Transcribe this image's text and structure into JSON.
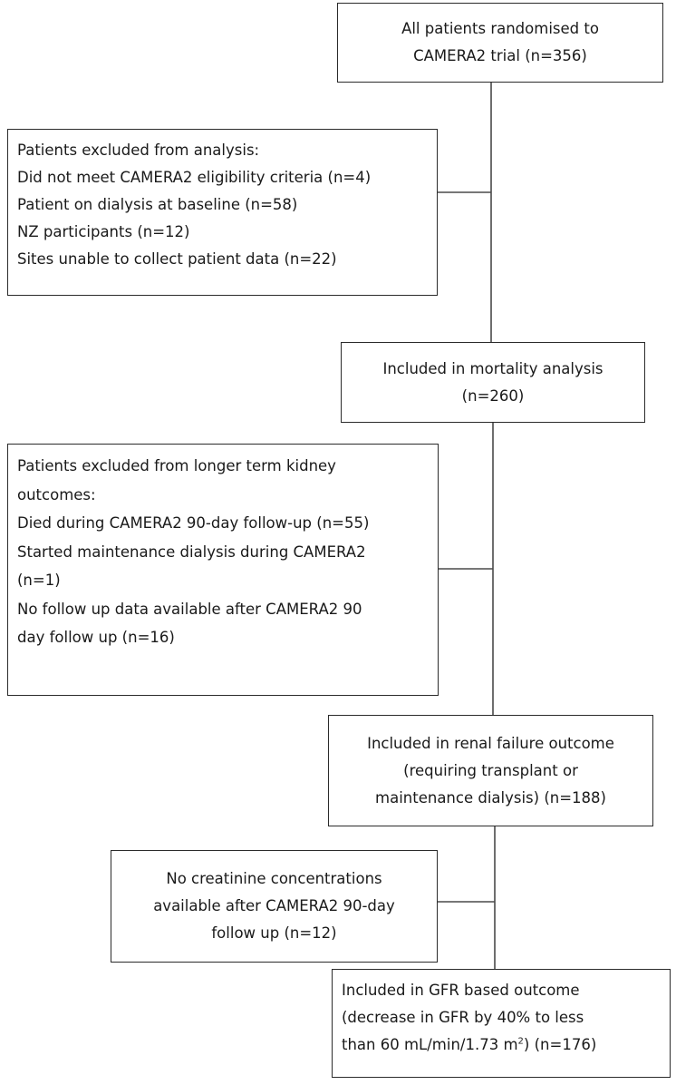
{
  "diagram": {
    "nodes": {
      "randomised": {
        "lines": [
          "All patients randomised to",
          "CAMERA2 trial (n=356)"
        ]
      },
      "excluded_analysis": {
        "lines": [
          "Patients excluded from analysis:",
          "Did not meet CAMERA2 eligibility criteria (n=4)",
          "Patient on dialysis at baseline (n=58)",
          "NZ participants (n=12)",
          "Sites unable to collect patient data (n=22)"
        ]
      },
      "mortality": {
        "lines": [
          "Included in mortality analysis",
          "(n=260)"
        ]
      },
      "excluded_kidney": {
        "lines": [
          "Patients excluded from longer term kidney",
          "outcomes:",
          "Died during CAMERA2 90-day follow-up (n=55)",
          "Started maintenance dialysis during CAMERA2",
          "(n=1)",
          "No follow up data available after CAMERA2 90",
          "day follow up (n=16)"
        ]
      },
      "renal": {
        "lines": [
          "Included in renal failure outcome",
          "(requiring transplant or",
          "maintenance dialysis) (n=188)"
        ]
      },
      "no_creatinine": {
        "lines": [
          "No creatinine concentrations",
          "available after CAMERA2 90-day",
          "follow up (n=12)"
        ]
      },
      "gfr": {
        "line1": "Included in GFR based outcome",
        "line2": "(decrease in GFR by 40% to less",
        "line3_pre": "than 60 mL/min/1.73 m",
        "line3_sup": "2",
        "line3_post": ") (n=176)"
      }
    }
  }
}
